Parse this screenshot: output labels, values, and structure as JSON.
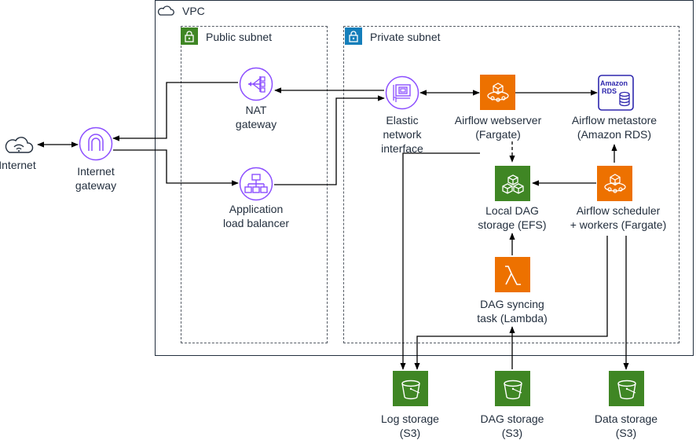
{
  "containers": {
    "vpc": "VPC",
    "public_subnet": "Public subnet",
    "private_subnet": "Private subnet"
  },
  "nodes": {
    "internet": [
      "Internet"
    ],
    "internet_gateway": [
      "Internet",
      "gateway"
    ],
    "nat_gateway": [
      "NAT",
      "gateway"
    ],
    "alb": [
      "Application",
      "load balancer"
    ],
    "eni": [
      "Elastic",
      "network",
      "interface"
    ],
    "webserver": [
      "Airflow webserver",
      "(Fargate)"
    ],
    "metastore": [
      "Airflow metastore",
      "(Amazon RDS)"
    ],
    "efs": [
      "Local DAG",
      "storage (EFS)"
    ],
    "scheduler": [
      "Airflow scheduler",
      "+ workers (Fargate)"
    ],
    "lambda": [
      "DAG syncing",
      "task (Lambda)"
    ],
    "log_s3": [
      "Log storage",
      "(S3)"
    ],
    "dag_s3": [
      "DAG storage",
      "(S3)"
    ],
    "data_s3": [
      "Data storage",
      "(S3)"
    ]
  },
  "icons": {
    "rds_badge": [
      "Amazon",
      "RDS"
    ]
  },
  "colors": {
    "purple": "#8c4fff",
    "orange": "#ed7100",
    "green": "#3f8624",
    "subnet_public": "#3f8624",
    "subnet_private": "#147eba",
    "rds_blue": "#2e27ad",
    "line": "#000000"
  }
}
